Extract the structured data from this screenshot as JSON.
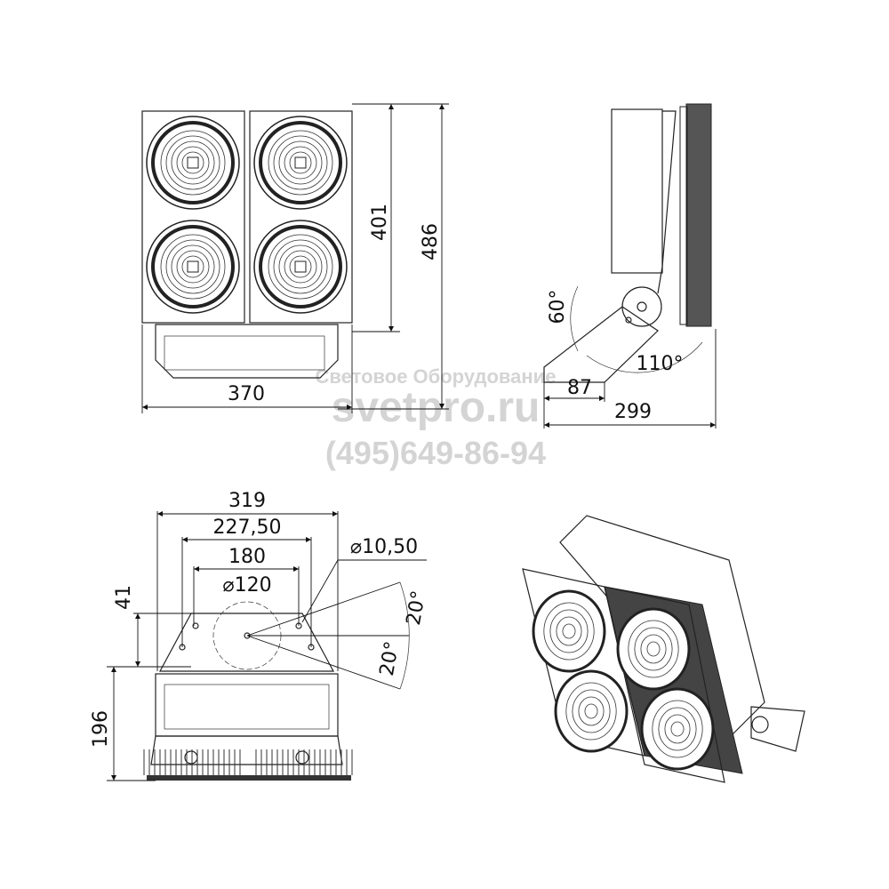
{
  "dimensions": {
    "front_height_body": "401",
    "front_height_total": "486",
    "front_width": "370",
    "side_tilt_up": "60°",
    "side_tilt_down": "110°",
    "side_bracket": "87",
    "side_depth": "299",
    "bracket_width": "319",
    "bracket_hole_spacing_outer": "227,50",
    "bracket_hole_spacing_inner": "180",
    "bracket_center_diameter": "⌀120",
    "bracket_hole_diameter": "⌀10,50",
    "bracket_offset": "41",
    "bottom_height": "196",
    "angle_upper": "20°",
    "angle_lower": "20°"
  },
  "watermark": {
    "line1": "Световое Оборудование",
    "line2": "svetpro.ru",
    "line3": "(495)649-86-94"
  }
}
